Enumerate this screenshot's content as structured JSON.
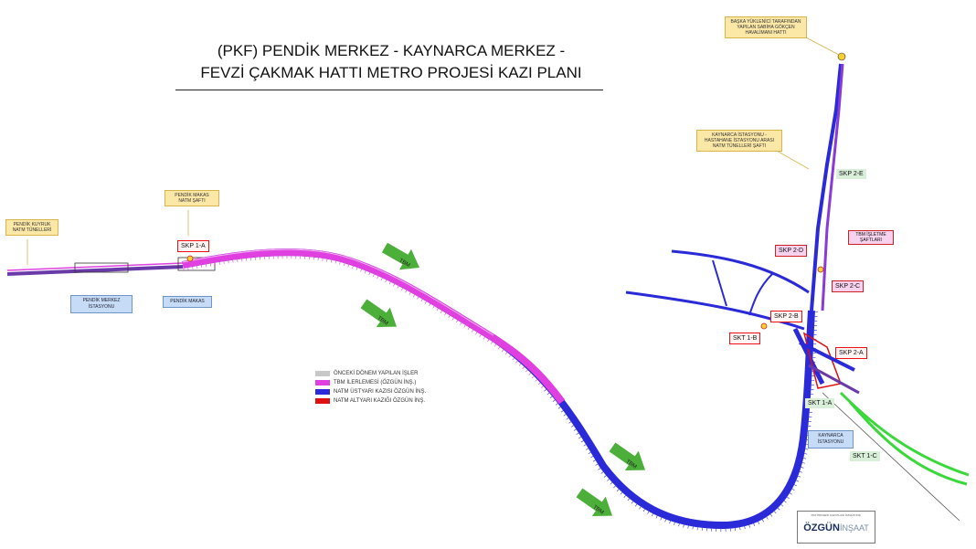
{
  "title": {
    "line1": "(PKF) PENDİK MERKEZ - KAYNARCA MERKEZ -",
    "line2": "FEVZİ ÇAKMAK HATTI METRO PROJESİ KAZI PLANI"
  },
  "notes": {
    "pendik_kuyruk": "PENDİK KUYRUK NATM TÜNELLERİ",
    "pendik_makas_saft": "PENDİK MAKAS NATM ŞAFTI",
    "sabiha_gokcen": "BAŞKA YÜKLENİCİ TARAFINDAN YAPILAN SABİHA GÖKÇEN HAVALİMANI HATTI",
    "kaynarca_hastahane": "KAYNARCA İSTASYONU - HASTAHANE İSTASYONU ARASI NATM TÜNELLERİ ŞAFTI"
  },
  "shaft_labels": {
    "skp_1a": "SKP 1-A",
    "skp_2e": "SKP 2-E",
    "skp_2d": "SKP 2-D",
    "skp_2c": "SKP 2-C",
    "skp_2b": "SKP 2-B",
    "skt_1b": "SKT 1-B",
    "skp_2a": "SKP 2-A",
    "skt_1a": "SKT 1-A",
    "skt_1c": "SKT 1-C",
    "tbm_isletme": "TBM İŞLETME ŞAFTLARI"
  },
  "stations": {
    "pendik_merkez": "PENDİK MERKEZ İSTASYONU",
    "pendik_makas": "PENDİK MAKAS",
    "kaynarca": "KAYNARCA İSTASYONU"
  },
  "arrows": {
    "tbm": "TBM"
  },
  "legend": [
    {
      "label": "ÖNCEKİ DÖNEM YAPILAN İŞLER",
      "color": "#c8c8c8"
    },
    {
      "label": "TBM İLERLEMESİ (ÖZGÜN İNŞ.)",
      "color": "#e040e0"
    },
    {
      "label": "NATM ÜSTYARI KAZISI ÖZGÜN İNŞ.",
      "color": "#2a2ad8"
    },
    {
      "label": "NATM ALTYARI KAZIĞI ÖZGÜN İNŞ.",
      "color": "#e01010"
    }
  ],
  "logo": {
    "caption": "PKF PROJESİ KAZI PLANI ÖZGÜN İNŞ.",
    "brand": "ÖZGÜN",
    "brand_suffix": "İNŞAAT"
  },
  "colors": {
    "tbm": "#e040e0",
    "natm": "#2a2ad8",
    "natm_bottom": "#e01010",
    "previous": "#c8c8c8",
    "green_line": "#3ad83a",
    "arrow_green": "#4caf3a",
    "note_bg": "#fbe7a6",
    "station_bg": "#c6dcf6"
  }
}
